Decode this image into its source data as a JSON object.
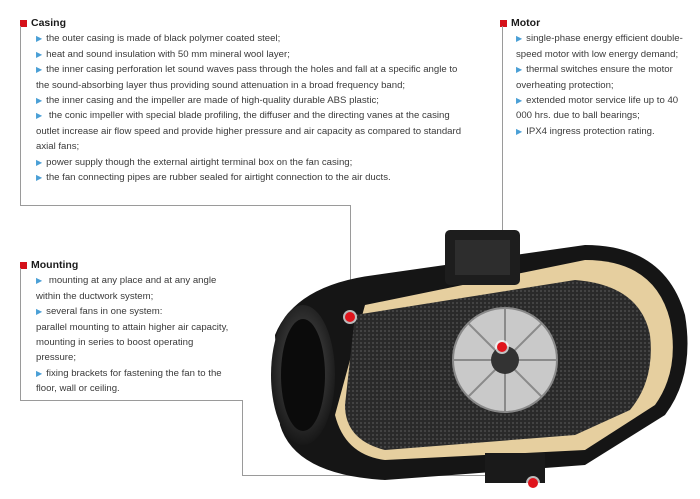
{
  "casing": {
    "title": "Casing",
    "items": [
      "the outer casing is made of black polymer coated steel;",
      "heat and sound insulation with 50 mm mineral wool layer;",
      "the inner casing perforation let sound waves pass through the holes and fall at a specific angle to the sound-absorbing layer thus providing sound attenuation in a broad frequency band;",
      "the inner casing and the impeller are made of high-quality durable ABS plastic;",
      " the conic impeller with special blade profiling, the diffuser and the directing vanes at the casing outlet increase air flow speed and provide higher pressure and air capacity as compared to standard axial fans;",
      "power supply though the external airtight terminal box on the fan casing;",
      "the fan connecting pipes are rubber sealed for airtight connection to the air ducts."
    ]
  },
  "motor": {
    "title": "Motor",
    "items": [
      "single-phase energy efficient double-speed motor with low energy demand;",
      "thermal switches ensure the motor overheating protection;",
      "extended motor service life up to 40 000 hrs. due to ball bearings;",
      "IPX4 ingress protection rating."
    ]
  },
  "mounting": {
    "title": "Mounting",
    "items": [
      " mounting at any place and at any angle within the ductwork system;",
      "several fans in one system:",
      "fixing brackets for fastening the fan to the floor, wall or ceiling."
    ],
    "subitems": [
      "parallel mounting to attain higher air capacity,",
      "mounting in series to boost operating pressure;"
    ]
  },
  "colors": {
    "accent": "#d4111a",
    "arrow": "#4a9fd6"
  }
}
